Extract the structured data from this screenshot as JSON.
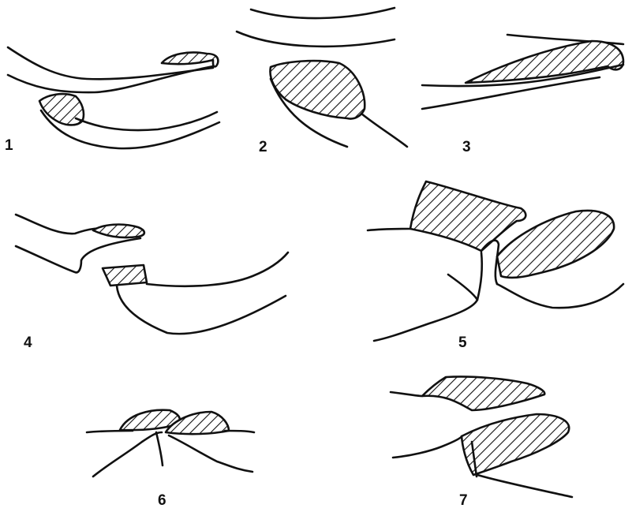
{
  "figure": {
    "panels": [
      {
        "id": "1",
        "label": "1"
      },
      {
        "id": "2",
        "label": "2"
      },
      {
        "id": "3",
        "label": "3"
      },
      {
        "id": "4",
        "label": "4"
      },
      {
        "id": "5",
        "label": "5"
      },
      {
        "id": "6",
        "label": "6"
      },
      {
        "id": "7",
        "label": "7"
      }
    ],
    "colors": {
      "ink": "#111111",
      "background": "#ffffff"
    }
  }
}
